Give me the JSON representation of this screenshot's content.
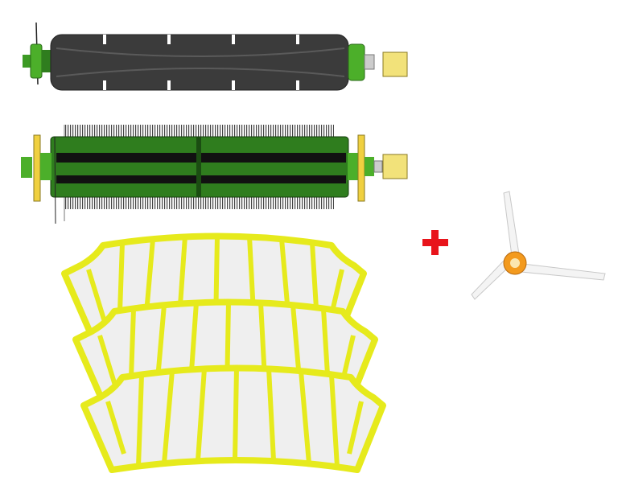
{
  "colors": {
    "roller_body": "#3b3b3b",
    "roller_green": "#2f7d1e",
    "cap_green": "#4caf2a",
    "connector_yellow": "#f2e27a",
    "filter_frame": "#e6ea1c",
    "filter_media": "#efefef",
    "plus_sign": "#e8141b",
    "side_brush_hub": "#f39a1e"
  },
  "items": [
    {
      "name": "rubber-beater-brush",
      "icon": "roller-icon"
    },
    {
      "name": "bristle-brush",
      "icon": "roller-icon"
    },
    {
      "name": "filters",
      "count": 3,
      "icon": "filter-icon"
    },
    {
      "name": "side-brush",
      "arms": 3,
      "icon": "side-brush-icon"
    }
  ]
}
